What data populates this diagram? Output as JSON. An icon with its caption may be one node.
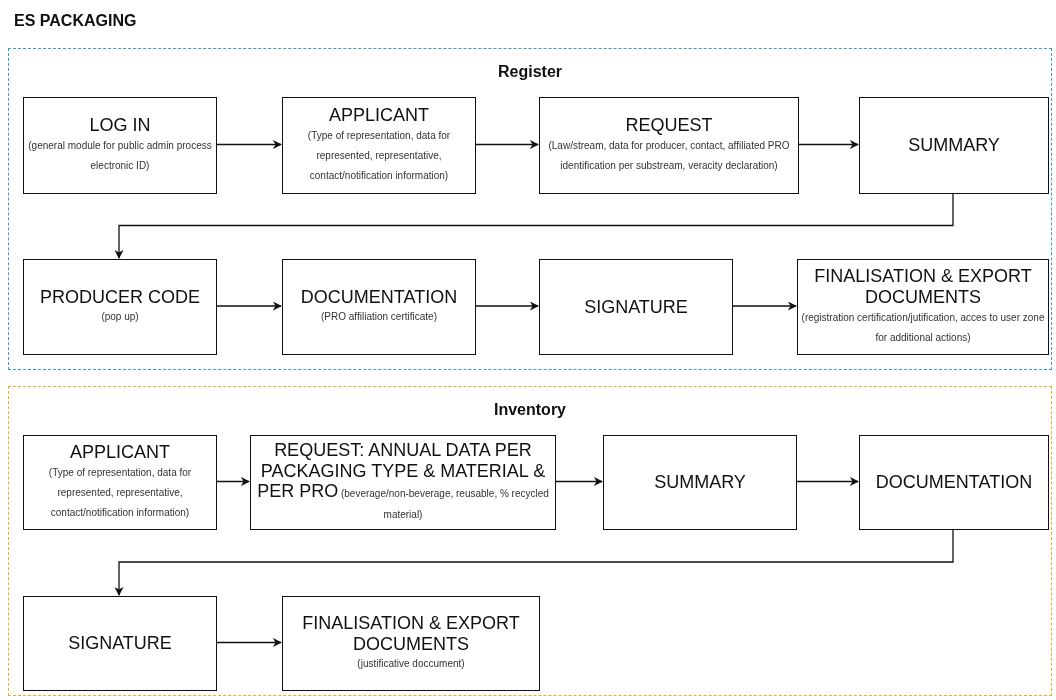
{
  "diagram": {
    "title": "ES PACKAGING",
    "nodes": [
      {
        "text": [
          "Register"
        ]
      },
      {
        "text": [
          "LOG IN",
          "(general module for public admin process electronic ID)"
        ],
        "in": 0
      },
      {
        "text": [
          "APPLICANT",
          "(Type of representation, data for represented, representative, contact/notification information)"
        ],
        "in": 0
      },
      {
        "text": [
          "REQUEST",
          "(Law/stream, data for producer, contact, affiliated PRO identification per substream, veracity declaration)"
        ],
        "in": 0
      },
      {
        "text": [
          "SUMMARY"
        ],
        "in": 0
      },
      {
        "text": [
          "PRODUCER CODE",
          "(pop up)"
        ],
        "in": 0
      },
      {
        "text": [
          "DOCUMENTATION",
          "(PRO affiliation certificate)"
        ],
        "in": 0
      },
      {
        "text": [
          "SIGNATURE"
        ],
        "in": 0
      },
      {
        "text": [
          "FINALISATION & EXPORT DOCUMENTS",
          "(registration certification/jutification, acces to user zone for additional actions)"
        ],
        "in": 0
      },
      {
        "text": [
          "Inventory"
        ]
      },
      {
        "text": [
          "APPLICANT",
          "(Type of representation, data for represented, representative, contact/notification information)"
        ],
        "in": 9
      },
      {
        "text": [
          "REQUEST: ANNUAL DATA PER PACKAGING TYPE & MATERIAL & PER PRO",
          "(beverage/non-beverage, reusable, % recycled material)"
        ],
        "in": 9
      },
      {
        "text": [
          "SUMMARY"
        ],
        "in": 9
      },
      {
        "text": [
          "DOCUMENTATION"
        ],
        "in": 9
      },
      {
        "text": [
          "SIGNATURE"
        ],
        "in": 9
      },
      {
        "text": [
          "FINALISATION & EXPORT DOCUMENTS",
          "(justificative doccument)"
        ],
        "in": 9
      }
    ],
    "edges": [
      {
        "from": 1,
        "to": 2,
        "arrow": "to"
      },
      {
        "from": 2,
        "to": 3,
        "arrow": "to"
      },
      {
        "from": 3,
        "to": 4,
        "arrow": "to"
      },
      {
        "from": 4,
        "to": 5,
        "arrow": "to"
      },
      {
        "from": 5,
        "to": 6,
        "arrow": "to"
      },
      {
        "from": 6,
        "to": 7,
        "arrow": "to"
      },
      {
        "from": 7,
        "to": 8,
        "arrow": "to"
      },
      {
        "from": 10,
        "to": 11,
        "arrow": "to"
      },
      {
        "from": 11,
        "to": 12,
        "arrow": "to"
      },
      {
        "from": 12,
        "to": 13,
        "arrow": "to"
      },
      {
        "from": 13,
        "to": 14,
        "arrow": "to"
      },
      {
        "from": 14,
        "to": 15,
        "arrow": "to"
      }
    ]
  }
}
